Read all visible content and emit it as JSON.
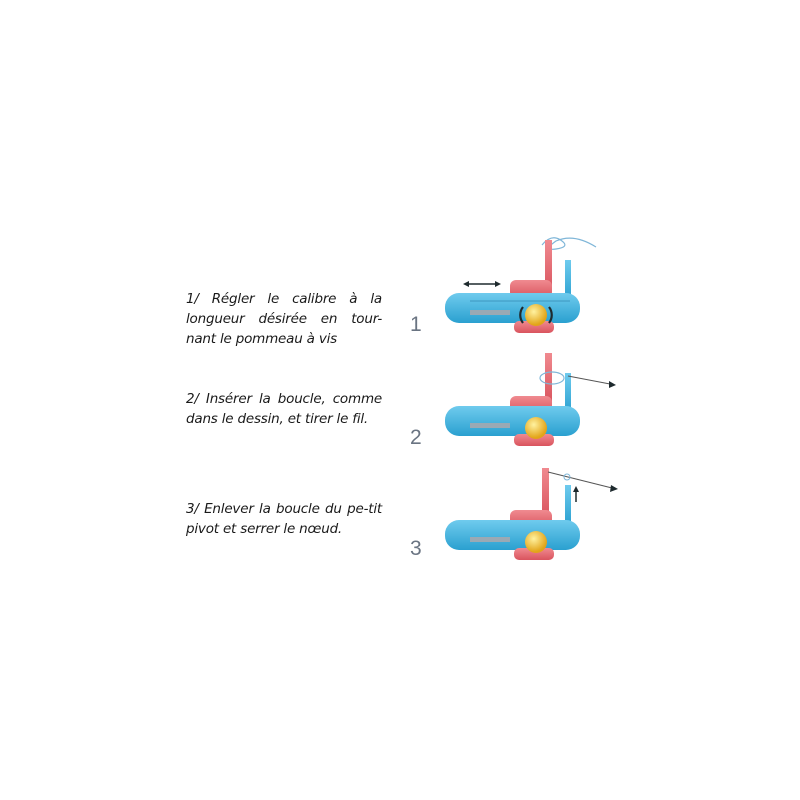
{
  "steps": [
    {
      "number": "1",
      "text": "1/ Régler le calibre à la longueur désirée en tour-nant le pommeau à vis"
    },
    {
      "number": "2",
      "text": "2/ Insérer la boucle, comme dans le dessin, et tirer le fil."
    },
    {
      "number": "3",
      "text": "3/ Enlever la boucle du pe-tit pivot et serrer le nœud."
    }
  ],
  "colors": {
    "tool_blue": "#3fb2dc",
    "tool_red": "#e8666f",
    "knob_yellow": "#f2c232",
    "arrow_dark": "#1e2a2e",
    "line_blue": "#7fb6d8"
  }
}
